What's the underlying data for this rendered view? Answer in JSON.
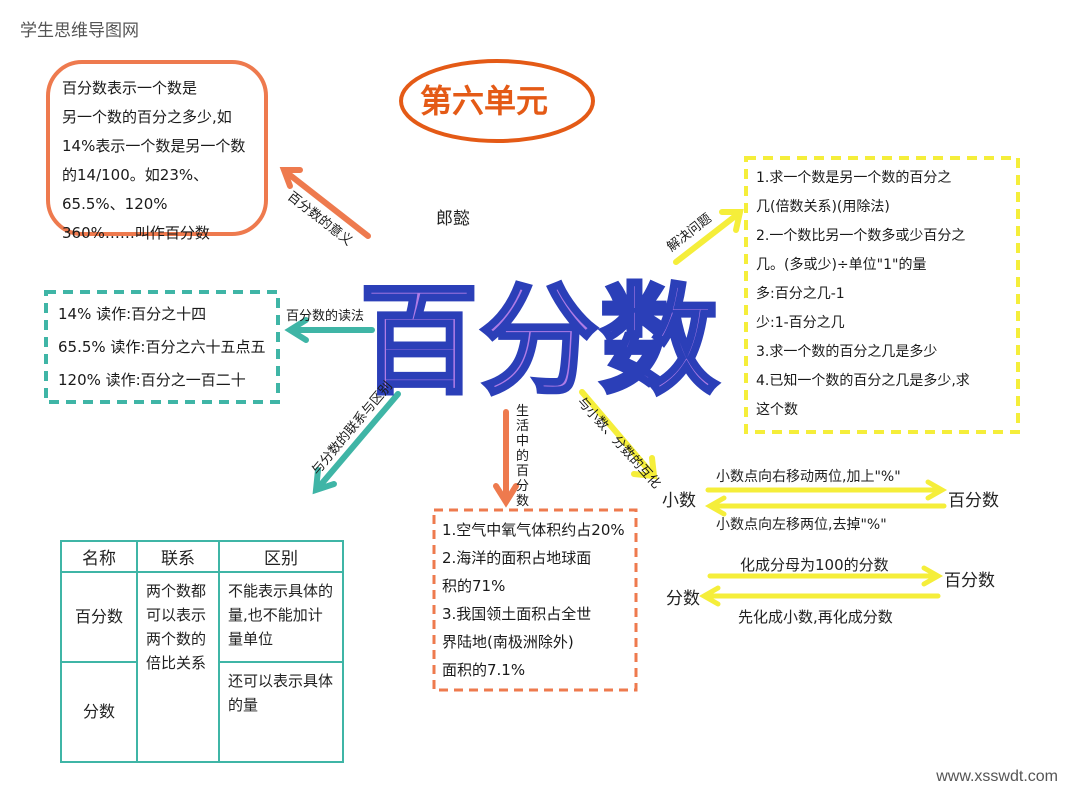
{
  "watermark_top": "学生思维导图网",
  "watermark_bottom": "www.xsswdt.com",
  "unit_title": "第六单元",
  "center_title": "百分数",
  "author": "郎懿",
  "meaning": {
    "branch": "百分数的意义",
    "text": "百分数表示一个数是\n另一个数的百分之多少,如\n14%表示一个数是另一个数\n的14/100。如23%、65.5%、120%\n360%……叫作百分数"
  },
  "reading": {
    "branch": "百分数的读法",
    "lines": [
      "14% 读作:百分之十四",
      "65.5% 读作:百分之六十五点五",
      "120% 读作:百分之一百二十"
    ]
  },
  "problems": {
    "branch": "解决问题",
    "text": "1.求一个数是另一个数的百分之\n几(倍数关系)(用除法)\n2.一个数比另一个数多或少百分之\n几。(多或少)÷单位\"1\"的量\n多:百分之几-1\n少:1-百分之几\n3.求一个数的百分之几是多少\n4.已知一个数的百分之几是多少,求\n这个数"
  },
  "life": {
    "branch": "生活中的百分数",
    "text": "1.空气中氧气体积约占20%\n2.海洋的面积占地球面\n积的71%\n3.我国领土面积占全世\n界陆地(南极洲除外)\n面积的7.1%"
  },
  "relation": {
    "branch": "与分数的联系与区别",
    "headers": [
      "名称",
      "联系",
      "区别"
    ],
    "name_percent": "百分数",
    "name_fraction": "分数",
    "common": "两个数都可以表示两个数的倍比关系",
    "diff_percent": "不能表示具体的量,也不能加计量单位",
    "diff_fraction": "还可以表示具体的量"
  },
  "decimal": {
    "branch": "与小数、分数的互化",
    "left": "小数",
    "right": "百分数",
    "to_percent": "小数点向右移动两位,加上\"%\"",
    "to_decimal": "小数点向左移两位,去掉\"%\""
  },
  "fraction_conv": {
    "left": "分数",
    "right": "百分数",
    "to_percent": "化成分母为100的分数",
    "to_fraction": "先化成小数,再化成分数"
  },
  "colors": {
    "orange": "#ee7a4e",
    "teal": "#3fb5a6",
    "yellow": "#f5ee3a",
    "center_fill": "#b07ce6",
    "center_stroke": "#2b3fb8"
  }
}
